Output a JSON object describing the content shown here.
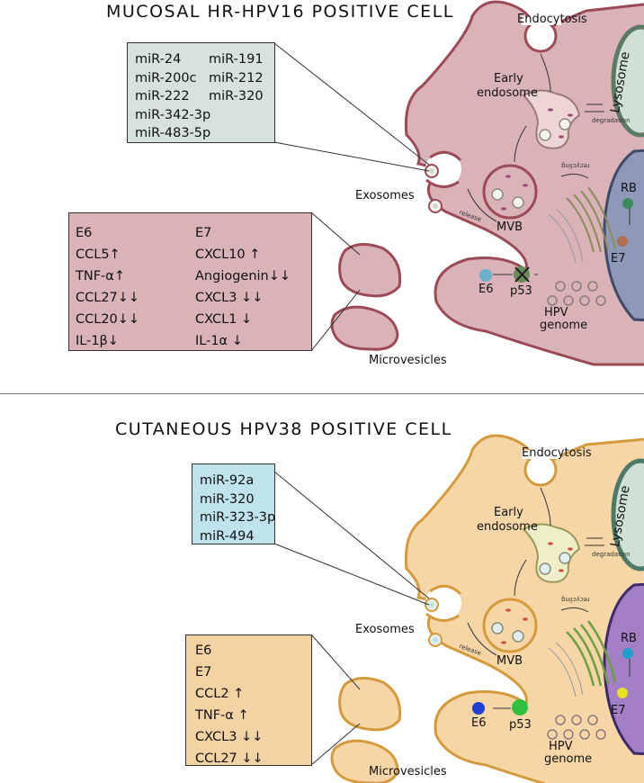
{
  "top": {
    "title": "MUCOSAL HR-HPV16 POSITIVE CELL",
    "endocytosis": "Endocytosis",
    "lysosome": "Lysosome",
    "degradation": "degradation",
    "early_endosome": [
      "Early",
      "endosome"
    ],
    "recycling": "recycling",
    "release": "release",
    "mvb": "MVB",
    "exosomes": "Exosomes",
    "microvesicles": "Microvesicles",
    "hpv_genome": [
      "HPV",
      "genome"
    ],
    "rb": "RB",
    "e7": "E7",
    "e6": "E6",
    "p53": "p53",
    "mirna_col1": [
      "miR-24",
      "miR-200c",
      "miR-222",
      "miR-342-3p",
      "miR-483-5p"
    ],
    "mirna_col2": [
      "miR-191",
      "miR-212",
      "miR-320"
    ],
    "cyto_col1": [
      "E6",
      "CCL5↑",
      "TNF-α↑",
      "CCL27↓↓",
      "CCL20↓↓",
      "IL-1β↓"
    ],
    "cyto_col2": [
      "E7",
      "CXCL10 ↑",
      "Angiogenin↓↓",
      "CXCL3 ↓↓",
      "CXCL1 ↓",
      "IL-1α ↓"
    ],
    "colors": {
      "cell_fill": "#d9b3b8",
      "cell_stroke": "#9c4a56",
      "mirna_box": "#d6e2dc",
      "cyto_box": "#d9b3b8",
      "nucleus": "#8e99b8"
    }
  },
  "bottom": {
    "title": "CUTANEOUS HPV38 POSITIVE CELL",
    "endocytosis": "Endocytosis",
    "lysosome": "Lysosome",
    "degradation": "degradation",
    "early_endosome": [
      "Early",
      "endosome"
    ],
    "recycling": "recycling",
    "release": "release",
    "mvb": "MVB",
    "exosomes": "Exosomes",
    "microvesicles": "Microvesicles",
    "hpv_genome": [
      "HPV",
      "genome"
    ],
    "rb": "RB",
    "e7": "E7",
    "e6": "E6",
    "p53": "p53",
    "mirna_col1": [
      "miR-92a",
      "miR-320",
      "miR-323-3p",
      "miR-494"
    ],
    "cyto_col1": [
      "E6",
      "E7",
      "CCL2 ↑",
      "TNF-α ↑",
      "CXCL3 ↓↓",
      "CCL27 ↓↓"
    ],
    "colors": {
      "cell_fill": "#f6d6a6",
      "cell_stroke": "#d49a3c",
      "mirna_box": "#bfe3ec",
      "cyto_box": "#f3d3a4",
      "nucleus": "#a37fc6"
    }
  }
}
